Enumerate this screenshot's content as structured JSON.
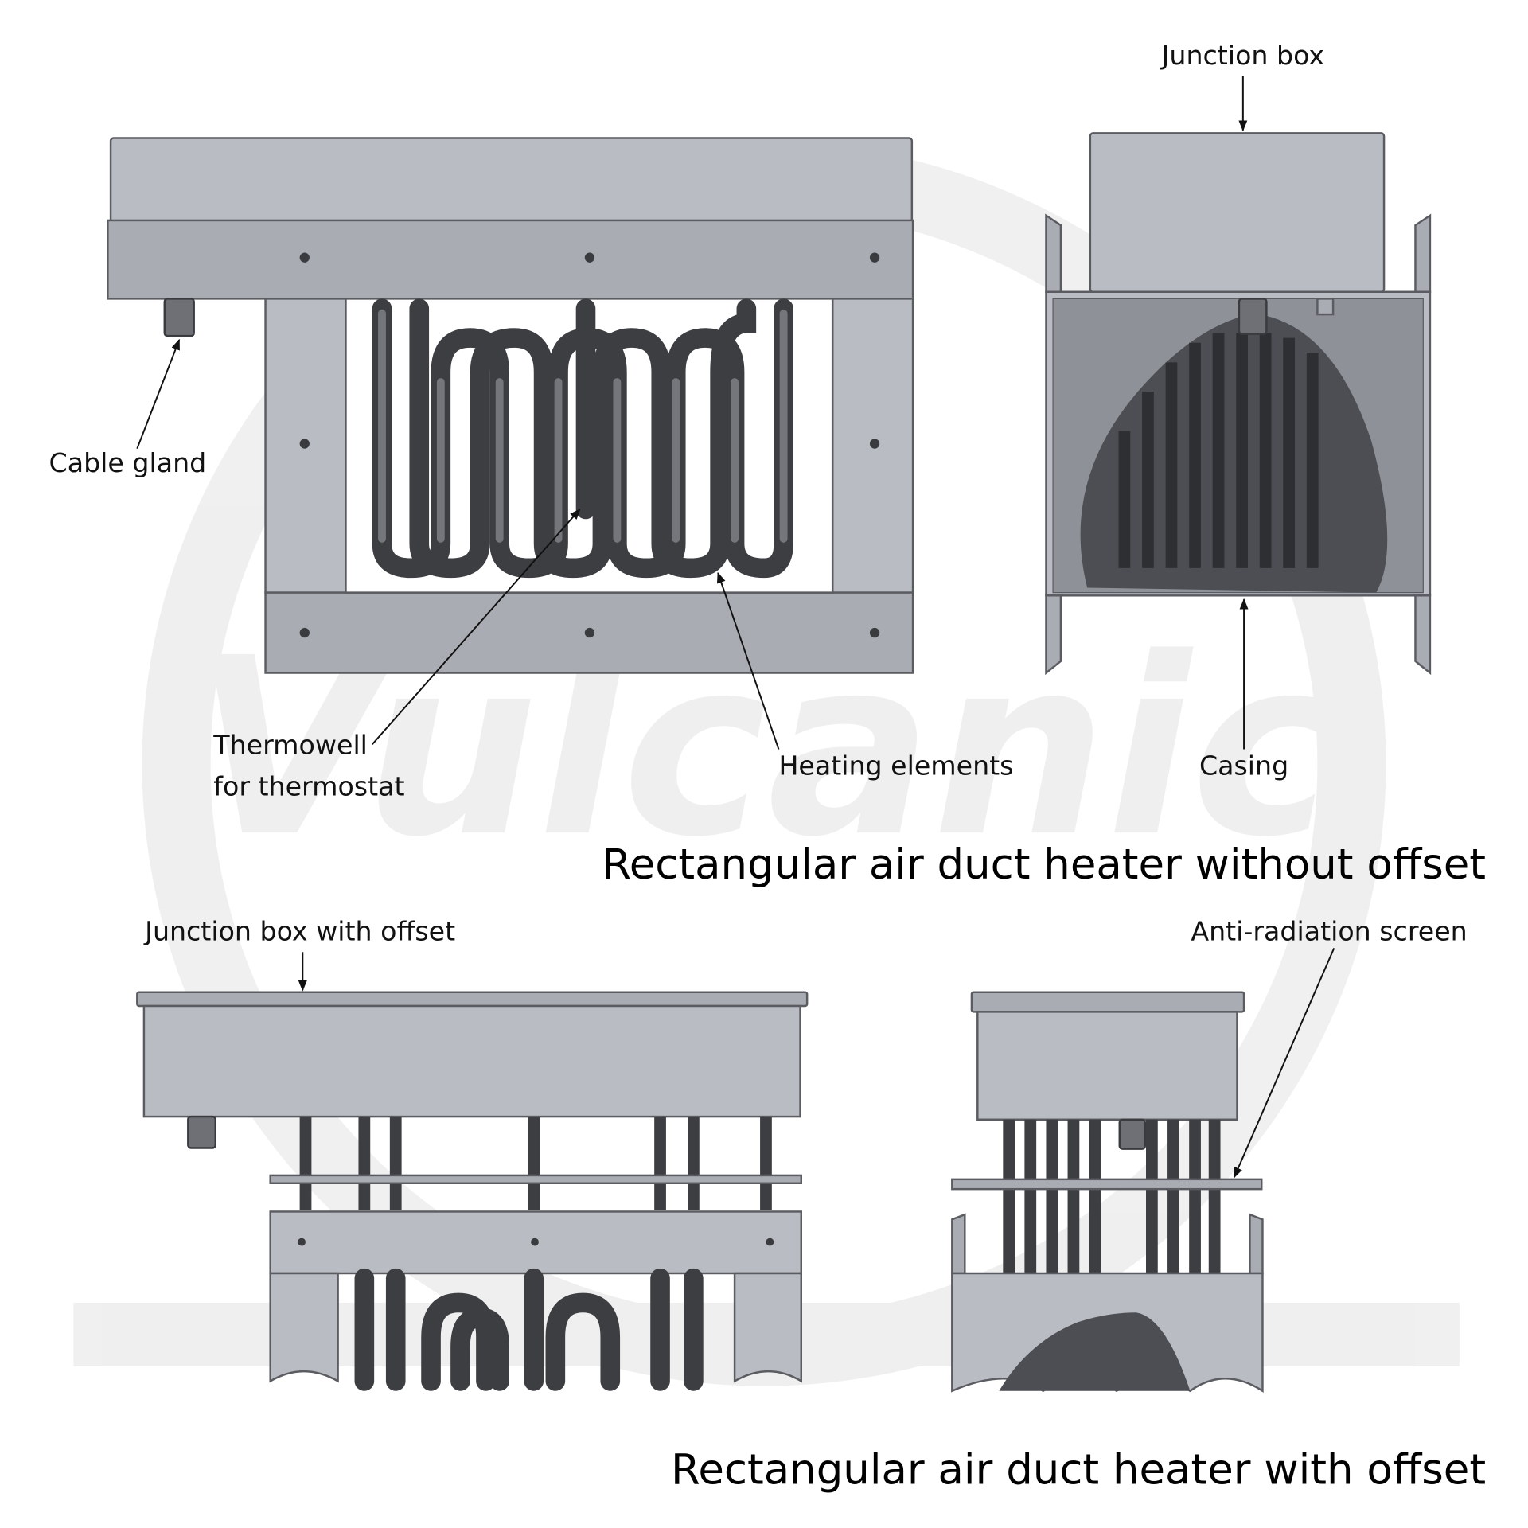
{
  "watermark": "Vulcanic",
  "top_section": {
    "title": "Rectangular air duct heater without offset",
    "labels": {
      "junction_box": "Junction box",
      "cable_gland": "Cable gland",
      "thermowell_line1": "Thermowell",
      "thermowell_line2": "for thermostat",
      "heating_elements": "Heating elements",
      "casing": "Casing"
    }
  },
  "bottom_section": {
    "title": "Rectangular air duct heater with offset",
    "labels": {
      "junction_box_offset": "Junction box with offset",
      "anti_radiation_screen": "Anti-radiation screen"
    }
  }
}
